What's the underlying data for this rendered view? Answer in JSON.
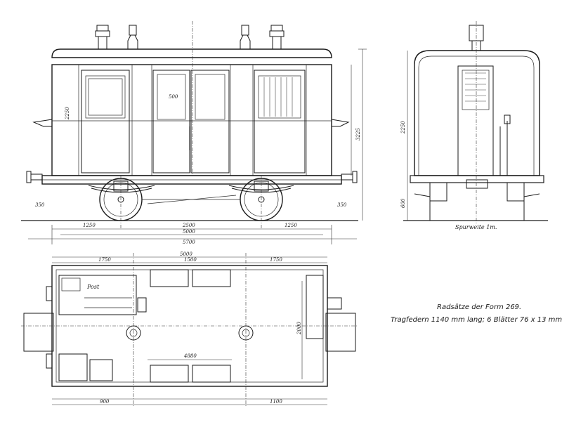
{
  "notes": {
    "line1": "Radsätze der Form 269.",
    "line2": "Tragfedern 1140 mm lang; 6 Blätter 76 x 13 mm."
  },
  "end_view": {
    "caption": "Spurweite 1m."
  },
  "plan": {
    "post_label": "Post"
  },
  "dimensions": {
    "side_left_overhang": "1250",
    "side_wheelbase": "2500",
    "side_right_overhang": "1250",
    "side_body_length": "5000",
    "side_overall_length": "5700",
    "side_buffer_left": "350",
    "side_buffer_right": "350",
    "side_height_total": "3225",
    "side_height_body": "2250",
    "side_window_w": "500",
    "plan_top_total": "5000",
    "plan_top_seg1": "1750",
    "plan_top_seg2": "1500",
    "plan_top_seg3": "1750",
    "plan_bottom_seg1": "900",
    "plan_bottom_seg2": "1100",
    "plan_inner_length": "4880",
    "plan_width": "2000",
    "end_height": "2250",
    "end_floor_height": "600"
  }
}
